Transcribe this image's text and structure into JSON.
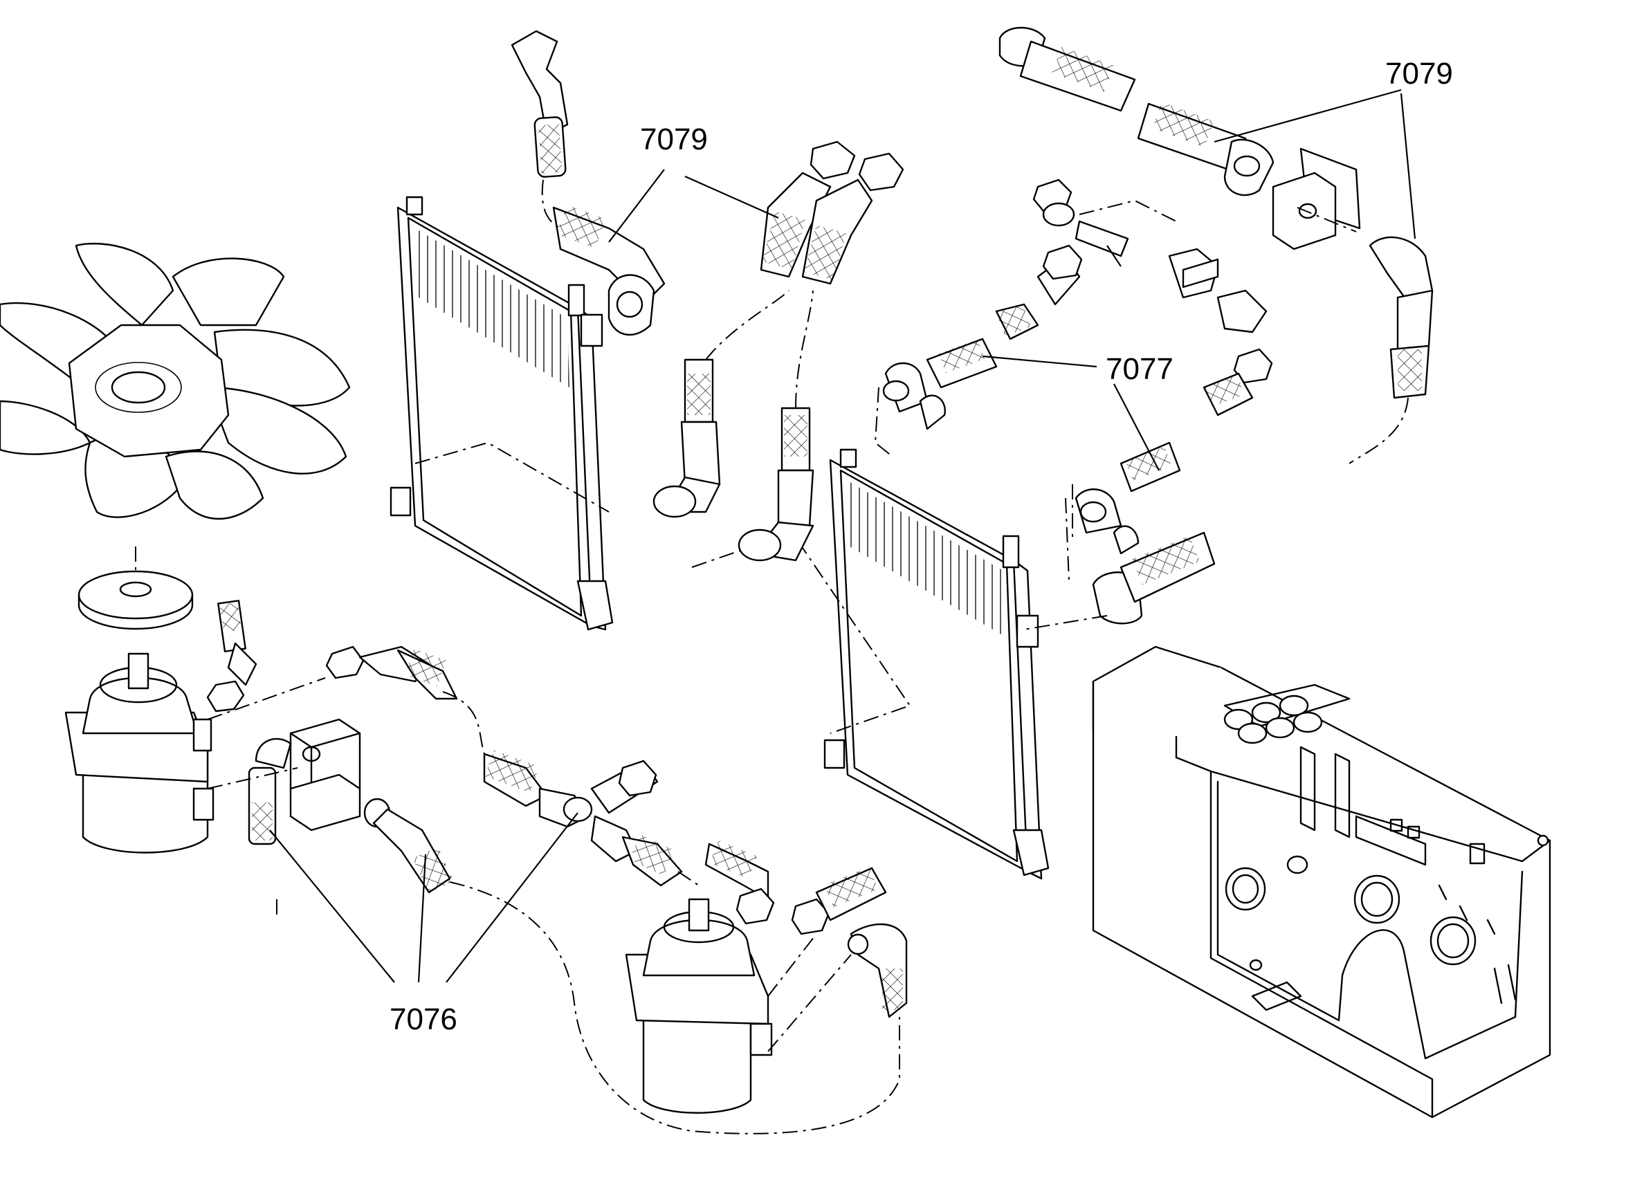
{
  "callouts": {
    "hoses_top_center": "7079",
    "hoses_top_right": "7079",
    "tubes_center_right": "7077",
    "hoses_bottom_left": "7076"
  }
}
